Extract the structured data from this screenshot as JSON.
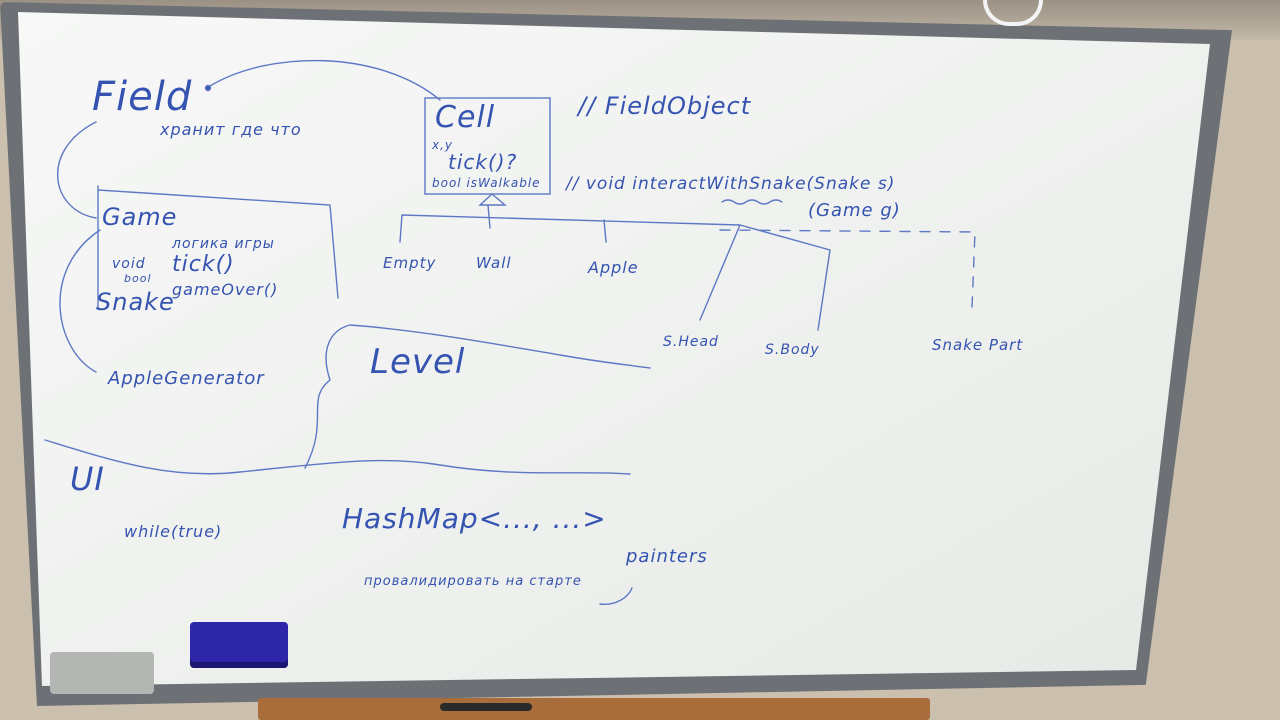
{
  "board": {
    "field": "Field",
    "field_note": "хранит где что",
    "cell": "Cell",
    "cell_xy": "x,y",
    "cell_tick": "tick()?",
    "cell_bool": "bool isWalkable",
    "field_object": "// FieldObject",
    "interact": "// void interactWithSnake(Snake s)",
    "game_param": "(Game g)",
    "game": "Game",
    "game_note": "логика игры",
    "void": "void",
    "tick": "tick()",
    "bool": "bool",
    "game_over": "gameOver()",
    "snake": "Snake",
    "empty": "Empty",
    "wall": "Wall",
    "apple": "Apple",
    "s_head": "S.Head",
    "s_body": "S.Body",
    "snake_part": "Snake Part",
    "level": "Level",
    "apple_generator": "AppleGenerator",
    "ui": "UI",
    "while_true": "while(true)",
    "hashmap": "HashMap<..., ...>",
    "painters": "painters",
    "note_bottom": "провалидировать на старте"
  },
  "colors": {
    "ink": "#3553b0",
    "board": "#f2f3f1",
    "frame": "#6d7175",
    "eraser": "#2d26a8",
    "tray": "#a86d3a"
  }
}
